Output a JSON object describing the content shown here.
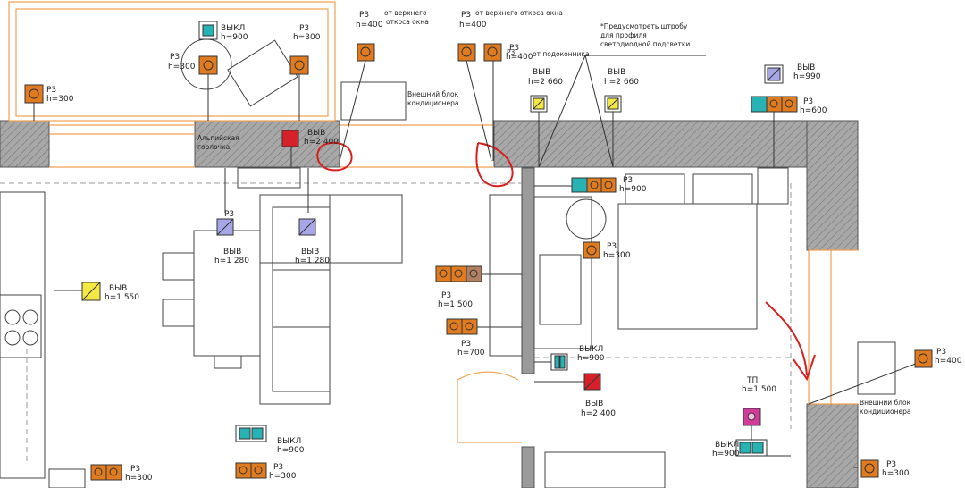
{
  "colors": {
    "wall": "#888888",
    "socket": "#e07b20",
    "switch_teal": "#27b3b3",
    "switch_yellow": "#f4e842",
    "switch_purple": "#a7a7e8",
    "switch_red": "#d6202a",
    "switch_magenta": "#d23b9a",
    "annotation_red": "#d61f1f",
    "window_orange": "#f0a050"
  },
  "labels": {
    "l1": [
      "ВЫКЛ",
      "h=900"
    ],
    "l2": [
      "Р3",
      "h=300"
    ],
    "l3": [
      "Р3",
      "h=300"
    ],
    "l4": [
      "Р3",
      "h=300"
    ],
    "l5": [
      "Р3",
      "h=400",
      "от верхнего",
      "откоса окна"
    ],
    "l6": [
      "Р3",
      "h=400",
      "от верхнего откоса окна"
    ],
    "l7": [
      "Р3",
      "h=400",
      "от подоконника"
    ],
    "l8": [
      "ВЫВ",
      "h=2 660"
    ],
    "l9": [
      "ВЫВ",
      "h=2 660"
    ],
    "l10": [
      "ВЫВ",
      "h=990"
    ],
    "l11": [
      "Р3",
      "h=600"
    ],
    "l12": [
      "ВЫВ",
      "h=2 400"
    ],
    "l13": [
      "Р3",
      "h=900"
    ],
    "l14": [
      "ВЫВ",
      "h=1 280"
    ],
    "l15": [
      "ВЫВ",
      "h=1 280"
    ],
    "l16": [
      "ВЫВ",
      "h=1 550"
    ],
    "l17": [
      "Р3",
      "h=300"
    ],
    "l18": [
      "Р3",
      "h=1 500"
    ],
    "l19": [
      "Р3",
      "h=700"
    ],
    "l20": [
      "ВЫКЛ",
      "h=900"
    ],
    "l21": [
      "ВЫВ",
      "h=2 400"
    ],
    "l22": [
      "ТП",
      "h=1 500"
    ],
    "l23": [
      "ВЫКЛ",
      "h=900"
    ],
    "l24": [
      "Р3",
      "h=400"
    ],
    "l25": [
      "ВЫКЛ",
      "h=900"
    ],
    "l26": [
      "Р3",
      "h=300"
    ],
    "l27": [
      "Р3",
      "h=300"
    ],
    "l28": [
      "Р3",
      "h=300"
    ],
    "l29": [
      "Р3"
    ]
  },
  "notes": {
    "alpine_1": "Альпийская",
    "alpine_2": "горлочка",
    "ac_top_1": "Внешний блок",
    "ac_top_2": "кондиционера",
    "ac_right_1": "Внешний блок",
    "ac_right_2": "кондиционера",
    "led_1": "*Предусмотреть штробу",
    "led_2": "для профиля",
    "led_3": "светодиодной подсветки",
    "wall_sock": "Р3"
  }
}
